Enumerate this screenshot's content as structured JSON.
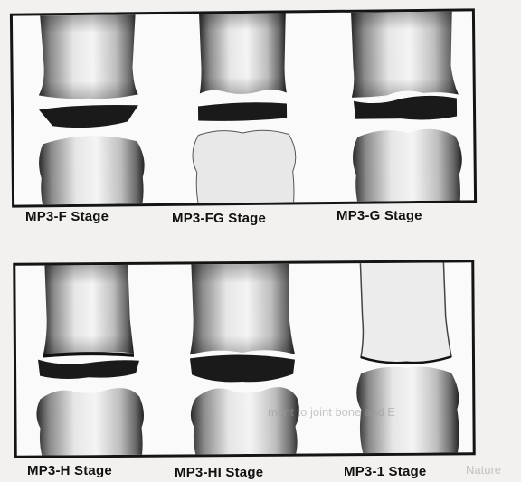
{
  "figure": {
    "top_row": [
      {
        "label": "MP3-F Stage"
      },
      {
        "label": "MP3-FG Stage"
      },
      {
        "label": "MP3-G Stage"
      }
    ],
    "bottom_row": [
      {
        "label": "MP3-H Stage"
      },
      {
        "label": "MP3-HI Stage"
      },
      {
        "label": "MP3-1 Stage"
      }
    ]
  },
  "background_text": {
    "bleed_1": "ment to joint bone and E",
    "bleed_2": "Nature"
  }
}
